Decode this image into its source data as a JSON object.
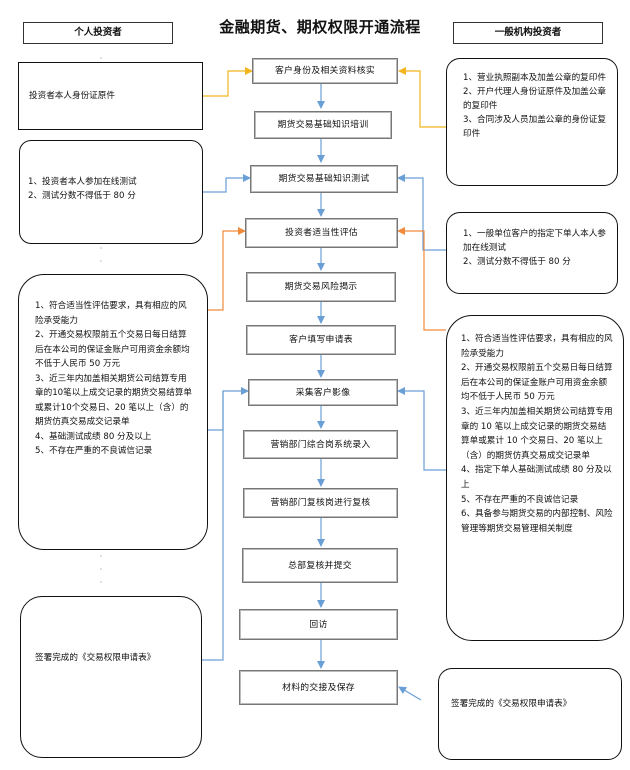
{
  "title": "金融期货、期权权限开通流程",
  "left_header": "个人投资者",
  "right_header": "一般机构投资者",
  "steps": [
    "客户身份及相关资料核实",
    "期货交易基础知识培训",
    "期货交易基础知识测试",
    "投资者适当性评估",
    "期货交易风险揭示",
    "客户填写申请表",
    "采集客户影像",
    "营销部门综合岗系统录入",
    "营销部门复核岗进行复核",
    "总部复核并提交",
    "回访",
    "材料的交接及保存"
  ],
  "left_notes": {
    "id_docs": "投资者本人身份证原件",
    "test": [
      "1、投资者本人参加在线测试",
      "2、测试分数不得低于 80 分"
    ],
    "suitability": [
      "1、符合适当性评估要求，具有相应的风险承受能力",
      "2、开通交易权限前五个交易日每日结算后在本公司的保证金账户可用资金余额均不低于人民币 50 万元",
      "3、近三年内加盖相关期货公司结算专用章的10笔以上成交记录的期货交易结算单或累计10个交易日、20 笔以上（含）的期货仿真交易成交记录单",
      "4、基础测试成绩 80 分及以上",
      "5、不存在严重的不良诚信记录"
    ],
    "sign": "签署完成的《交易权限申请表》"
  },
  "right_notes": {
    "id_docs": [
      "1、营业执照副本及加盖公章的复印件",
      "2、开户代理人身份证原件及加盖公章的复印件",
      "3、合同涉及人员加盖公章的身份证复印件"
    ],
    "test": [
      "1、一般单位客户的指定下单人本人参加在线测试",
      "2、测试分数不得低于 80 分"
    ],
    "suitability": [
      "1、符合适当性评估要求，具有相应的风险承受能力",
      "2、开通交易权限前五个交易日每日结算后在本公司的保证金账户可用资金余额均不低于人民币 50 万元",
      "3、近三年内加盖相关期货公司结算专用章的 10 笔以上成交记录的期货交易结算单或累计 10 个交易日、20 笔以上（含）的期货仿真交易成交记录单",
      "4、指定下单人基础测试成绩 80 分及以上",
      "5、不存在严重的不良诚信记录",
      "6、具备参与期货交易的内部控制、风险管理等期货交易管理相关制度"
    ],
    "sign": "签署完成的《交易权限申请表》"
  },
  "colors": {
    "flow_arrow": "#6a9fd6",
    "id_arrow": "#f2b51c",
    "suitability_arrow": "#f08a3c",
    "border": "#111111"
  }
}
